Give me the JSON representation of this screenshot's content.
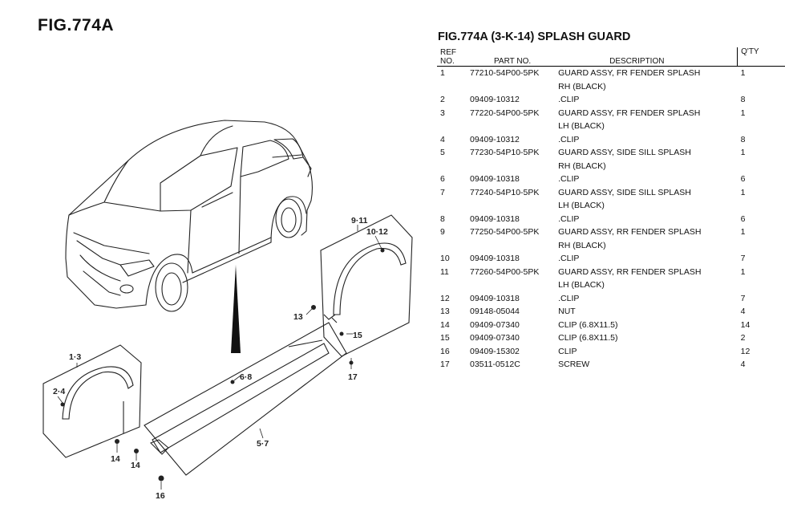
{
  "figure": {
    "label": "FIG.774A"
  },
  "table": {
    "title": "FIG.774A (3-K-14) SPLASH GUARD",
    "headers": {
      "ref": "REF NO.",
      "part": "PART NO.",
      "desc": "DESCRIPTION",
      "qty": "Q'TY"
    },
    "rows": [
      {
        "ref": "1",
        "part": "77210-54P00-5PK",
        "desc": [
          "GUARD ASSY, FR FENDER SPLASH",
          "RH (BLACK)"
        ],
        "qty": "1"
      },
      {
        "ref": "2",
        "part": "09409-10312",
        "desc": [
          ".CLIP"
        ],
        "qty": "8"
      },
      {
        "ref": "3",
        "part": "77220-54P00-5PK",
        "desc": [
          "GUARD ASSY, FR FENDER SPLASH",
          "LH (BLACK)"
        ],
        "qty": "1"
      },
      {
        "ref": "4",
        "part": "09409-10312",
        "desc": [
          ".CLIP"
        ],
        "qty": "8"
      },
      {
        "ref": "5",
        "part": "77230-54P10-5PK",
        "desc": [
          "GUARD ASSY, SIDE SILL SPLASH",
          "RH (BLACK)"
        ],
        "qty": "1"
      },
      {
        "ref": "6",
        "part": "09409-10318",
        "desc": [
          ".CLIP"
        ],
        "qty": "6"
      },
      {
        "ref": "7",
        "part": "77240-54P10-5PK",
        "desc": [
          "GUARD ASSY, SIDE SILL SPLASH",
          "LH (BLACK)"
        ],
        "qty": "1"
      },
      {
        "ref": "8",
        "part": "09409-10318",
        "desc": [
          ".CLIP"
        ],
        "qty": "6"
      },
      {
        "ref": "9",
        "part": "77250-54P00-5PK",
        "desc": [
          "GUARD ASSY, RR FENDER SPLASH",
          "RH (BLACK)"
        ],
        "qty": "1"
      },
      {
        "ref": "10",
        "part": "09409-10318",
        "desc": [
          ".CLIP"
        ],
        "qty": "7"
      },
      {
        "ref": "11",
        "part": "77260-54P00-5PK",
        "desc": [
          "GUARD ASSY, RR FENDER SPLASH",
          "LH (BLACK)"
        ],
        "qty": "1"
      },
      {
        "ref": "12",
        "part": "09409-10318",
        "desc": [
          ".CLIP"
        ],
        "qty": "7"
      },
      {
        "ref": "13",
        "part": "09148-05044",
        "desc": [
          "NUT"
        ],
        "qty": "4"
      },
      {
        "ref": "14",
        "part": "09409-07340",
        "desc": [
          "CLIP (6.8X11.5)"
        ],
        "qty": "14"
      },
      {
        "ref": "15",
        "part": "09409-07340",
        "desc": [
          "CLIP (6.8X11.5)"
        ],
        "qty": "2"
      },
      {
        "ref": "16",
        "part": "09409-15302",
        "desc": [
          "CLIP"
        ],
        "qty": "12"
      },
      {
        "ref": "17",
        "part": "03511-0512C",
        "desc": [
          "SCREW"
        ],
        "qty": "4"
      }
    ]
  },
  "callouts": {
    "c9_11": "9·11",
    "c10_12": "10·12",
    "c13": "13",
    "c15": "15",
    "c17": "17",
    "c6_8": "6·8",
    "c5_7": "5·7",
    "c1_3": "1·3",
    "c2_4": "2·4",
    "c14a": "14",
    "c14b": "14",
    "c16": "16"
  }
}
